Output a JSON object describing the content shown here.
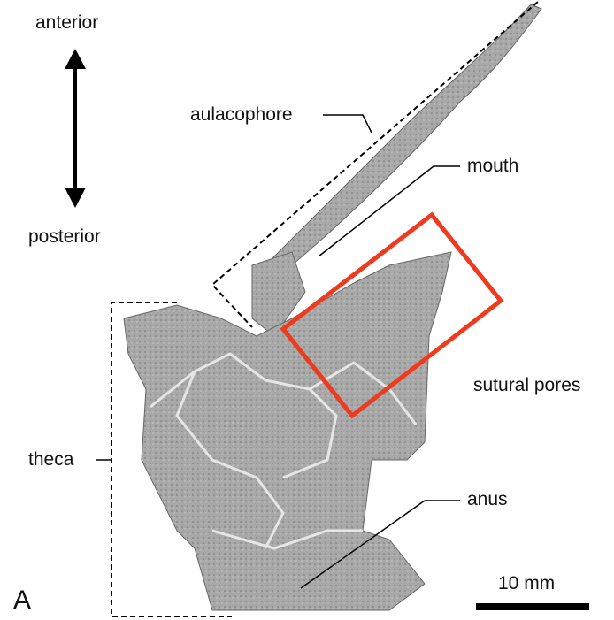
{
  "panel_label": "A",
  "orientation": {
    "top": "anterior",
    "bottom": "posterior"
  },
  "labels": {
    "aulacophore": "aulacophore",
    "mouth": "mouth",
    "sutural_pores": "sutural pores",
    "theca": "theca",
    "anus": "anus"
  },
  "scale_bar": {
    "label": "10 mm"
  },
  "colors": {
    "highlight_box": "#f03a1e",
    "fossil": "#9a9a9a"
  }
}
